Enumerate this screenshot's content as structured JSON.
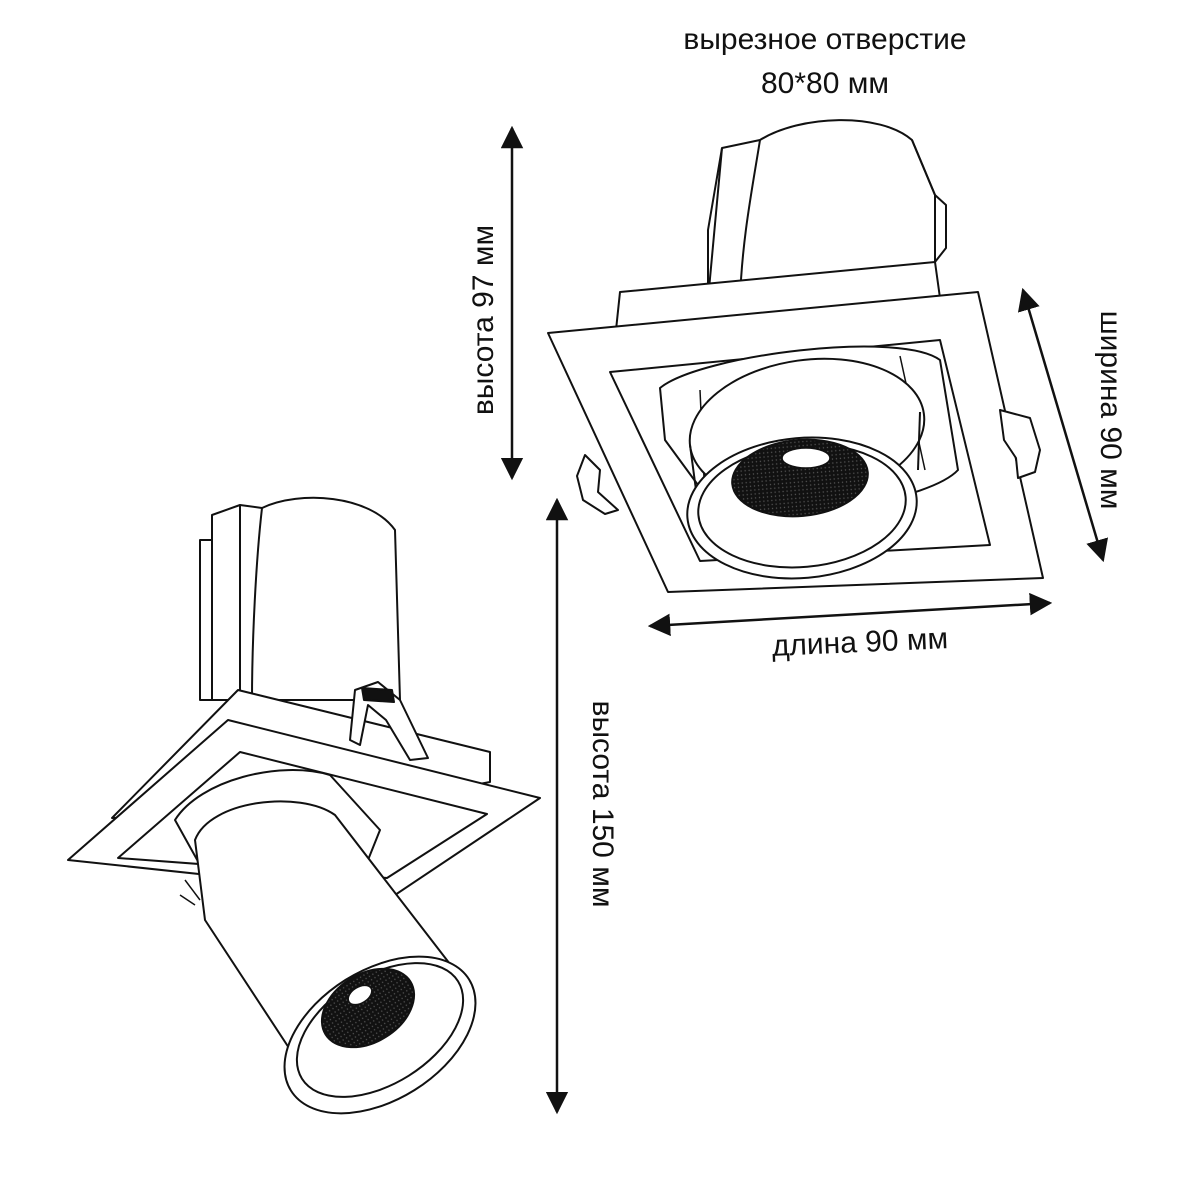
{
  "labels": {
    "cutout_line1": "вырезное отверстие",
    "cutout_line2": "80*80 мм",
    "height_top": "высота 97 мм",
    "width_right": "ширина 90 мм",
    "length_bottom": "длина 90 мм",
    "height_left": "высота 150 мм"
  },
  "colors": {
    "stroke": "#111111",
    "lens": "#111111",
    "background": "#ffffff"
  }
}
